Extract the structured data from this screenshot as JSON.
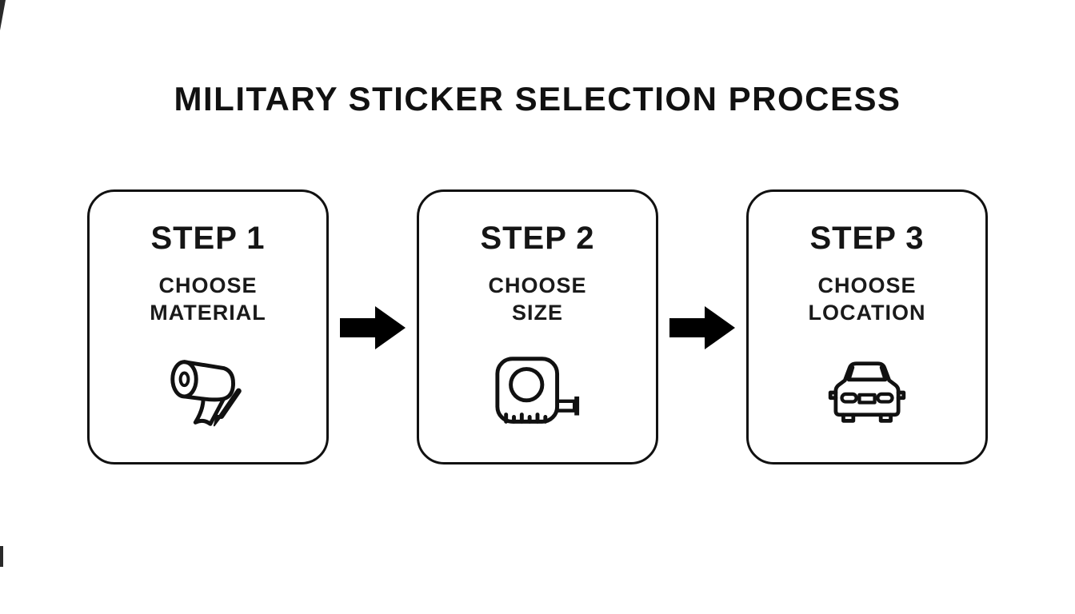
{
  "title": "MILITARY STICKER SELECTION PROCESS",
  "steps": [
    {
      "heading": "STEP 1",
      "line1": "CHOOSE",
      "line2": "MATERIAL",
      "icon": "material-roll-icon"
    },
    {
      "heading": "STEP 2",
      "line1": "CHOOSE",
      "line2": "SIZE",
      "icon": "tape-measure-icon"
    },
    {
      "heading": "STEP 3",
      "line1": "CHOOSE",
      "line2": "LOCATION",
      "icon": "car-icon"
    }
  ],
  "arrows": [
    {
      "icon": "arrow-right-icon"
    },
    {
      "icon": "arrow-right-icon"
    }
  ],
  "colors": {
    "background": "#ffffff",
    "stroke": "#111111",
    "text": "#1a1a1a",
    "arrow": "#000000"
  }
}
